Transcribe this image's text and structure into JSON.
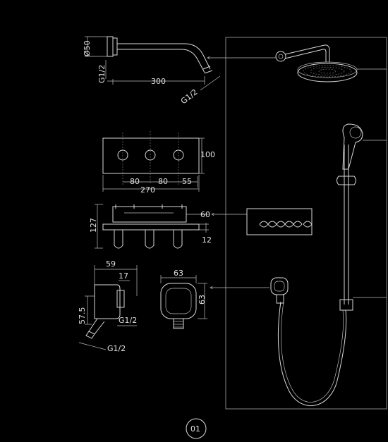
{
  "drawing": {
    "shower_arm": {
      "diameter_label": "Ø50",
      "thread_label_top": "G1/2",
      "length_label": "300",
      "thread_label_end": "G1/2"
    },
    "mixer_front": {
      "height_label": "100",
      "spacing_1": "80",
      "spacing_2": "80",
      "spacing_3": "55",
      "width_label": "270"
    },
    "mixer_side": {
      "depth_label": "127",
      "top_label": "60",
      "plate_label": "12"
    },
    "outlet_side": {
      "width_label": "59",
      "offset_label": "17",
      "height_label": "57.5",
      "thread_label_1": "G1/2",
      "thread_label_2": "G1/2"
    },
    "outlet_front": {
      "width_label": "63",
      "height_label": "63"
    },
    "page_number": "01"
  }
}
